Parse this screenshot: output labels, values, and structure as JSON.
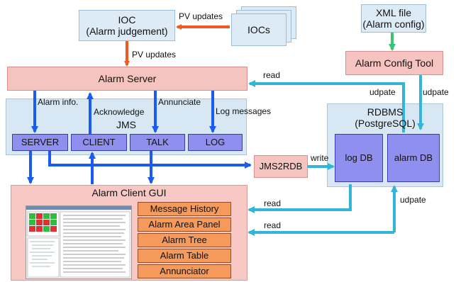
{
  "nodes": {
    "ioc_judge": {
      "line1": "IOC",
      "line2": "(Alarm judgement)"
    },
    "iocs": "IOCs",
    "xml": {
      "line1": "XML file",
      "line2": "(Alarm config)"
    },
    "config_tool": "Alarm Config Tool",
    "server": "Alarm Server",
    "jms": "JMS",
    "queues": [
      "SERVER",
      "CLIENT",
      "TALK",
      "LOG"
    ],
    "jms2rdb": "JMS2RDB",
    "rdbms": {
      "line1": "RDBMS",
      "line2": "(PostgreSQL)"
    },
    "log_db": "log DB",
    "alarm_db": "alarm DB",
    "gui": "Alarm Client GUI",
    "gui_items": [
      "Message History",
      "Alarm Area Panel",
      "Alarm Tree",
      "Alarm Table",
      "Annunciator"
    ]
  },
  "edges": {
    "pv_updates_top": "PV updates",
    "pv_updates_down": "PV updates",
    "alarm_info": "Alarm info.",
    "acknowledge": "Acknowledge",
    "annunciate": "Annunciate",
    "log_messages": "Log messages",
    "read_server": "read",
    "udpate_tool": "udpate",
    "udpate_server": "udpate",
    "write": "write",
    "read_log": "read",
    "read_alarm": "read",
    "udpate_gui": "udpate"
  },
  "colors": {
    "orange_arrow": "#ef5a24",
    "blue_arrow": "#1a5cf0",
    "cyan_arrow": "#33b5d8",
    "green_arrow": "#39c47a"
  }
}
